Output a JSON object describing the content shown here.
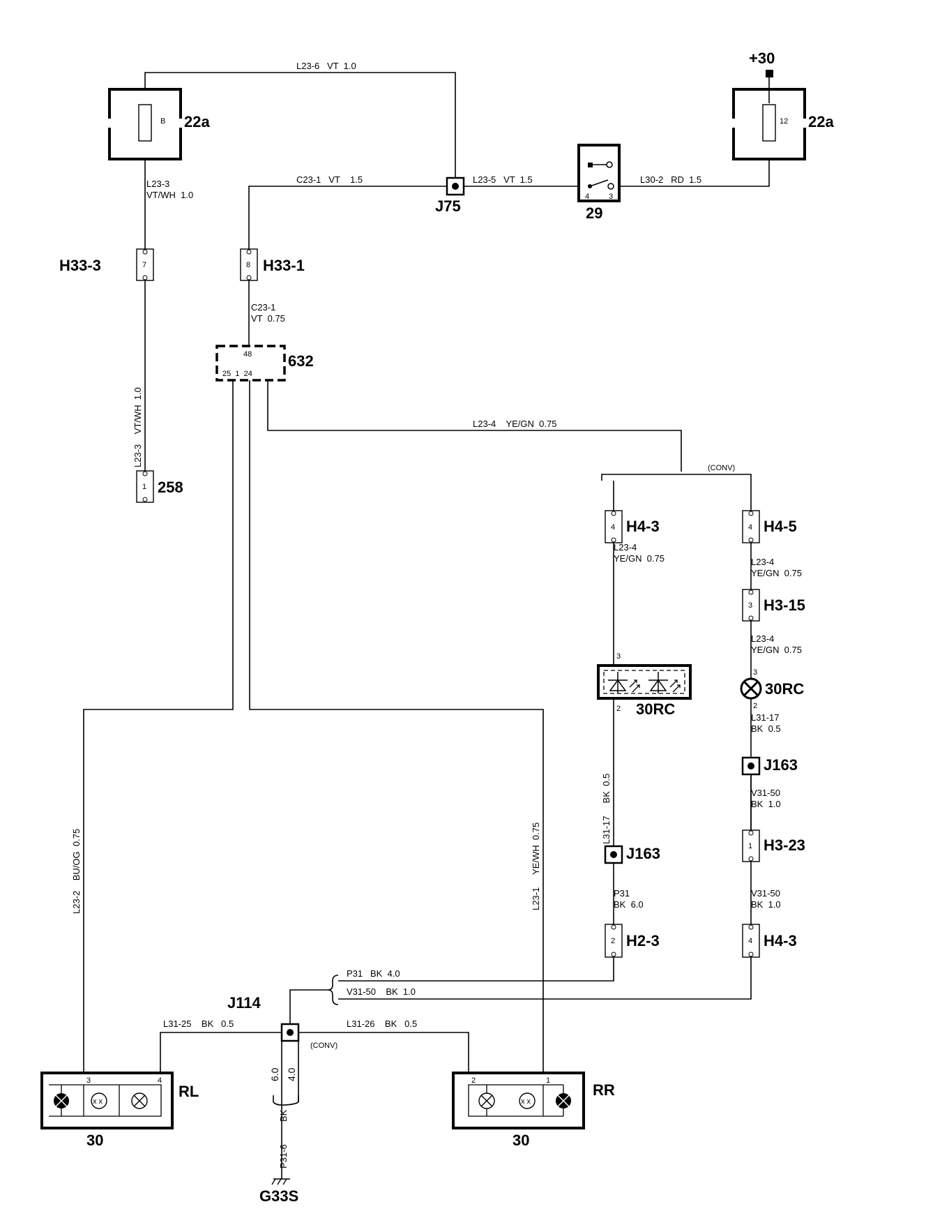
{
  "supply": "+30",
  "fuses": [
    {
      "id": "fuse-22a-left",
      "label": "22a",
      "fuse": "B"
    },
    {
      "id": "fuse-22a-right",
      "label": "22a",
      "fuse": "12"
    }
  ],
  "junctions": {
    "j75": "J75",
    "j163_right": "J163",
    "j163_left": "J163",
    "j114": "J114"
  },
  "switch_29": {
    "label": "29",
    "pin_a": "4",
    "pin_b": "3"
  },
  "connectors": {
    "h33_3": {
      "label": "H33-3",
      "pin": "7"
    },
    "h33_1": {
      "label": "H33-1",
      "pin": "8"
    },
    "c258": {
      "label": "258",
      "pin": "1"
    },
    "h4_3_top": {
      "label": "H4-3",
      "pin": "4"
    },
    "h4_5": {
      "label": "H4-5",
      "pin": "4"
    },
    "h3_15": {
      "label": "H3-15",
      "pin": "3"
    },
    "h3_23": {
      "label": "H3-23",
      "pin": "1"
    },
    "h2_3": {
      "label": "H2-3",
      "pin": "2"
    },
    "h4_3_bottom": {
      "label": "H4-3",
      "pin": "4"
    }
  },
  "module_632": {
    "label": "632",
    "pin_top": "48",
    "pins_bottom": "25  1  24"
  },
  "rc_left": {
    "label": "30RC",
    "pin_top": "3",
    "pin_bottom": "2"
  },
  "rc_right": {
    "label": "30RC",
    "pin_top": "3",
    "pin_bottom": "2"
  },
  "lamps": {
    "rl": {
      "label": "RL",
      "sub": "30",
      "pin_l": "3",
      "pin_r": "4"
    },
    "rr": {
      "label": "RR",
      "sub": "30",
      "pin_l": "2",
      "pin_r": "1"
    }
  },
  "ground": "G33S",
  "conv_top": "(CONV)",
  "conv_bottom": "(CONV)",
  "wires": {
    "l23_6": "L23-6   VT  1.0",
    "l23_3a": "L23-3",
    "l23_3b": "VT/WH  1.0",
    "c23_1_top": "C23-1   VT    1.5",
    "l23_5": "L23-5   VT  1.5",
    "l30_2": "L30-2   RD  1.5",
    "c23_1a": "C23-1",
    "c23_1b": "VT  0.75",
    "l23_3_vert": "L23-3    VT/WH  1.0",
    "l23_4_top": "L23-4    YE/GN  0.75",
    "h43_wire_a": "L23-4",
    "h43_wire_b": "YE/GN  0.75",
    "h45_wire_a": "L23-4",
    "h45_wire_b": "YE/GN  0.75",
    "h315_wire_a": "L23-4",
    "h315_wire_b": "YE/GN  0.75",
    "l31_17_a": "L31-17",
    "l31_17_b": "BK  0.5",
    "l31_17_vert": "L31-17     BK  0.5",
    "v31_50a_1": "V31-50",
    "v31_50a_2": "BK  1.0",
    "v31_50b_1": "V31-50",
    "v31_50b_2": "BK  1.0",
    "p31_a": "P31",
    "p31_b": "BK  6.0",
    "p31_bk4": "P31   BK  4.0",
    "v31_50_bk1": "V31-50    BK  1.0",
    "l23_2_vert": "L23-2    BU/OG  0.75",
    "l23_1_vert": "L23-1     YE/WH  0.75",
    "l31_25": "L31-25    BK   0.5",
    "l31_26": "L31-26    BK   0.5",
    "g_60": "6.0",
    "g_40": "4.0",
    "g_bk": "BK",
    "p31_6": "P31-6"
  }
}
